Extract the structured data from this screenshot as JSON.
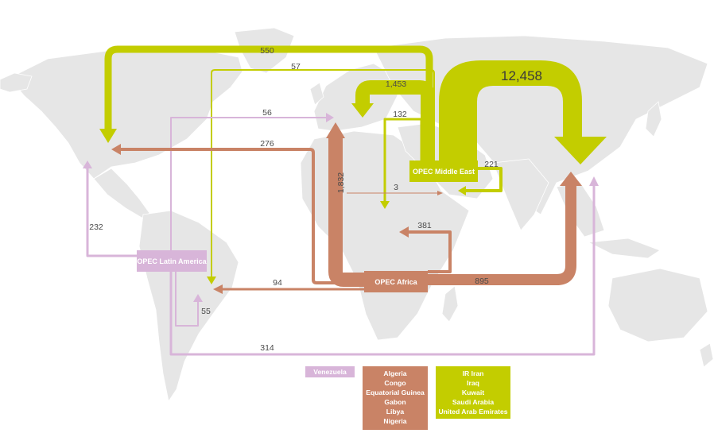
{
  "colors": {
    "middle_east": "#c3cd00",
    "africa": "#c98366",
    "latin_america": "#d8b5d9",
    "map": "#e6e6e6"
  },
  "regions": {
    "latin_america": "OPEC Latin America",
    "middle_east": "OPEC Middle East",
    "africa": "OPEC Africa"
  },
  "flows": {
    "me_to_asia": "12,458",
    "me_to_europe": "1,453",
    "me_to_north_america": "550",
    "me_to_latin_america": "57",
    "me_to_africa": "132",
    "me_intra": "221",
    "af_to_europe": "1,832",
    "af_to_north_america": "276",
    "af_to_asia": "895",
    "af_intra": "381",
    "af_to_latin_america": "94",
    "af_to_middle_east": "3",
    "la_to_europe": "56",
    "la_to_north_america": "232",
    "la_intra": "55",
    "la_to_asia": "314"
  },
  "legend": {
    "latin_america": [
      "Venezuela"
    ],
    "africa": [
      "Algeria",
      "Congo",
      "Equatorial Guinea",
      "Gabon",
      "Libya",
      "Nigeria"
    ],
    "middle_east": [
      "IR Iran",
      "Iraq",
      "Kuwait",
      "Saudi Arabia",
      "United Arab Emirates"
    ]
  }
}
